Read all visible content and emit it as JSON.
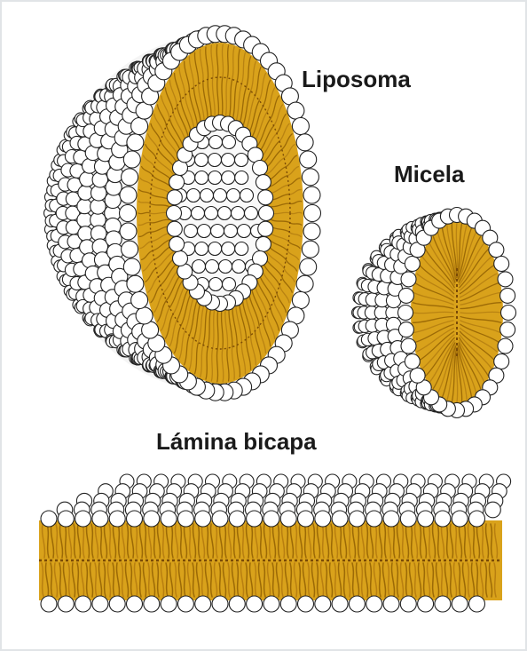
{
  "labels": {
    "liposome": "Liposoma",
    "micelle": "Micela",
    "bilayer": "Lámina bicapa"
  },
  "colors": {
    "head_fill": "#ffffff",
    "head_stroke": "#222222",
    "tail": "#d9a21b",
    "tail_dark": "#9c6a06",
    "tail_core": "#7a4a06",
    "frame": "#e1e4e7"
  },
  "icons": {
    "liposome": "liposome-illustration",
    "micelle": "micelle-illustration",
    "bilayer": "lipid-bilayer-illustration"
  }
}
